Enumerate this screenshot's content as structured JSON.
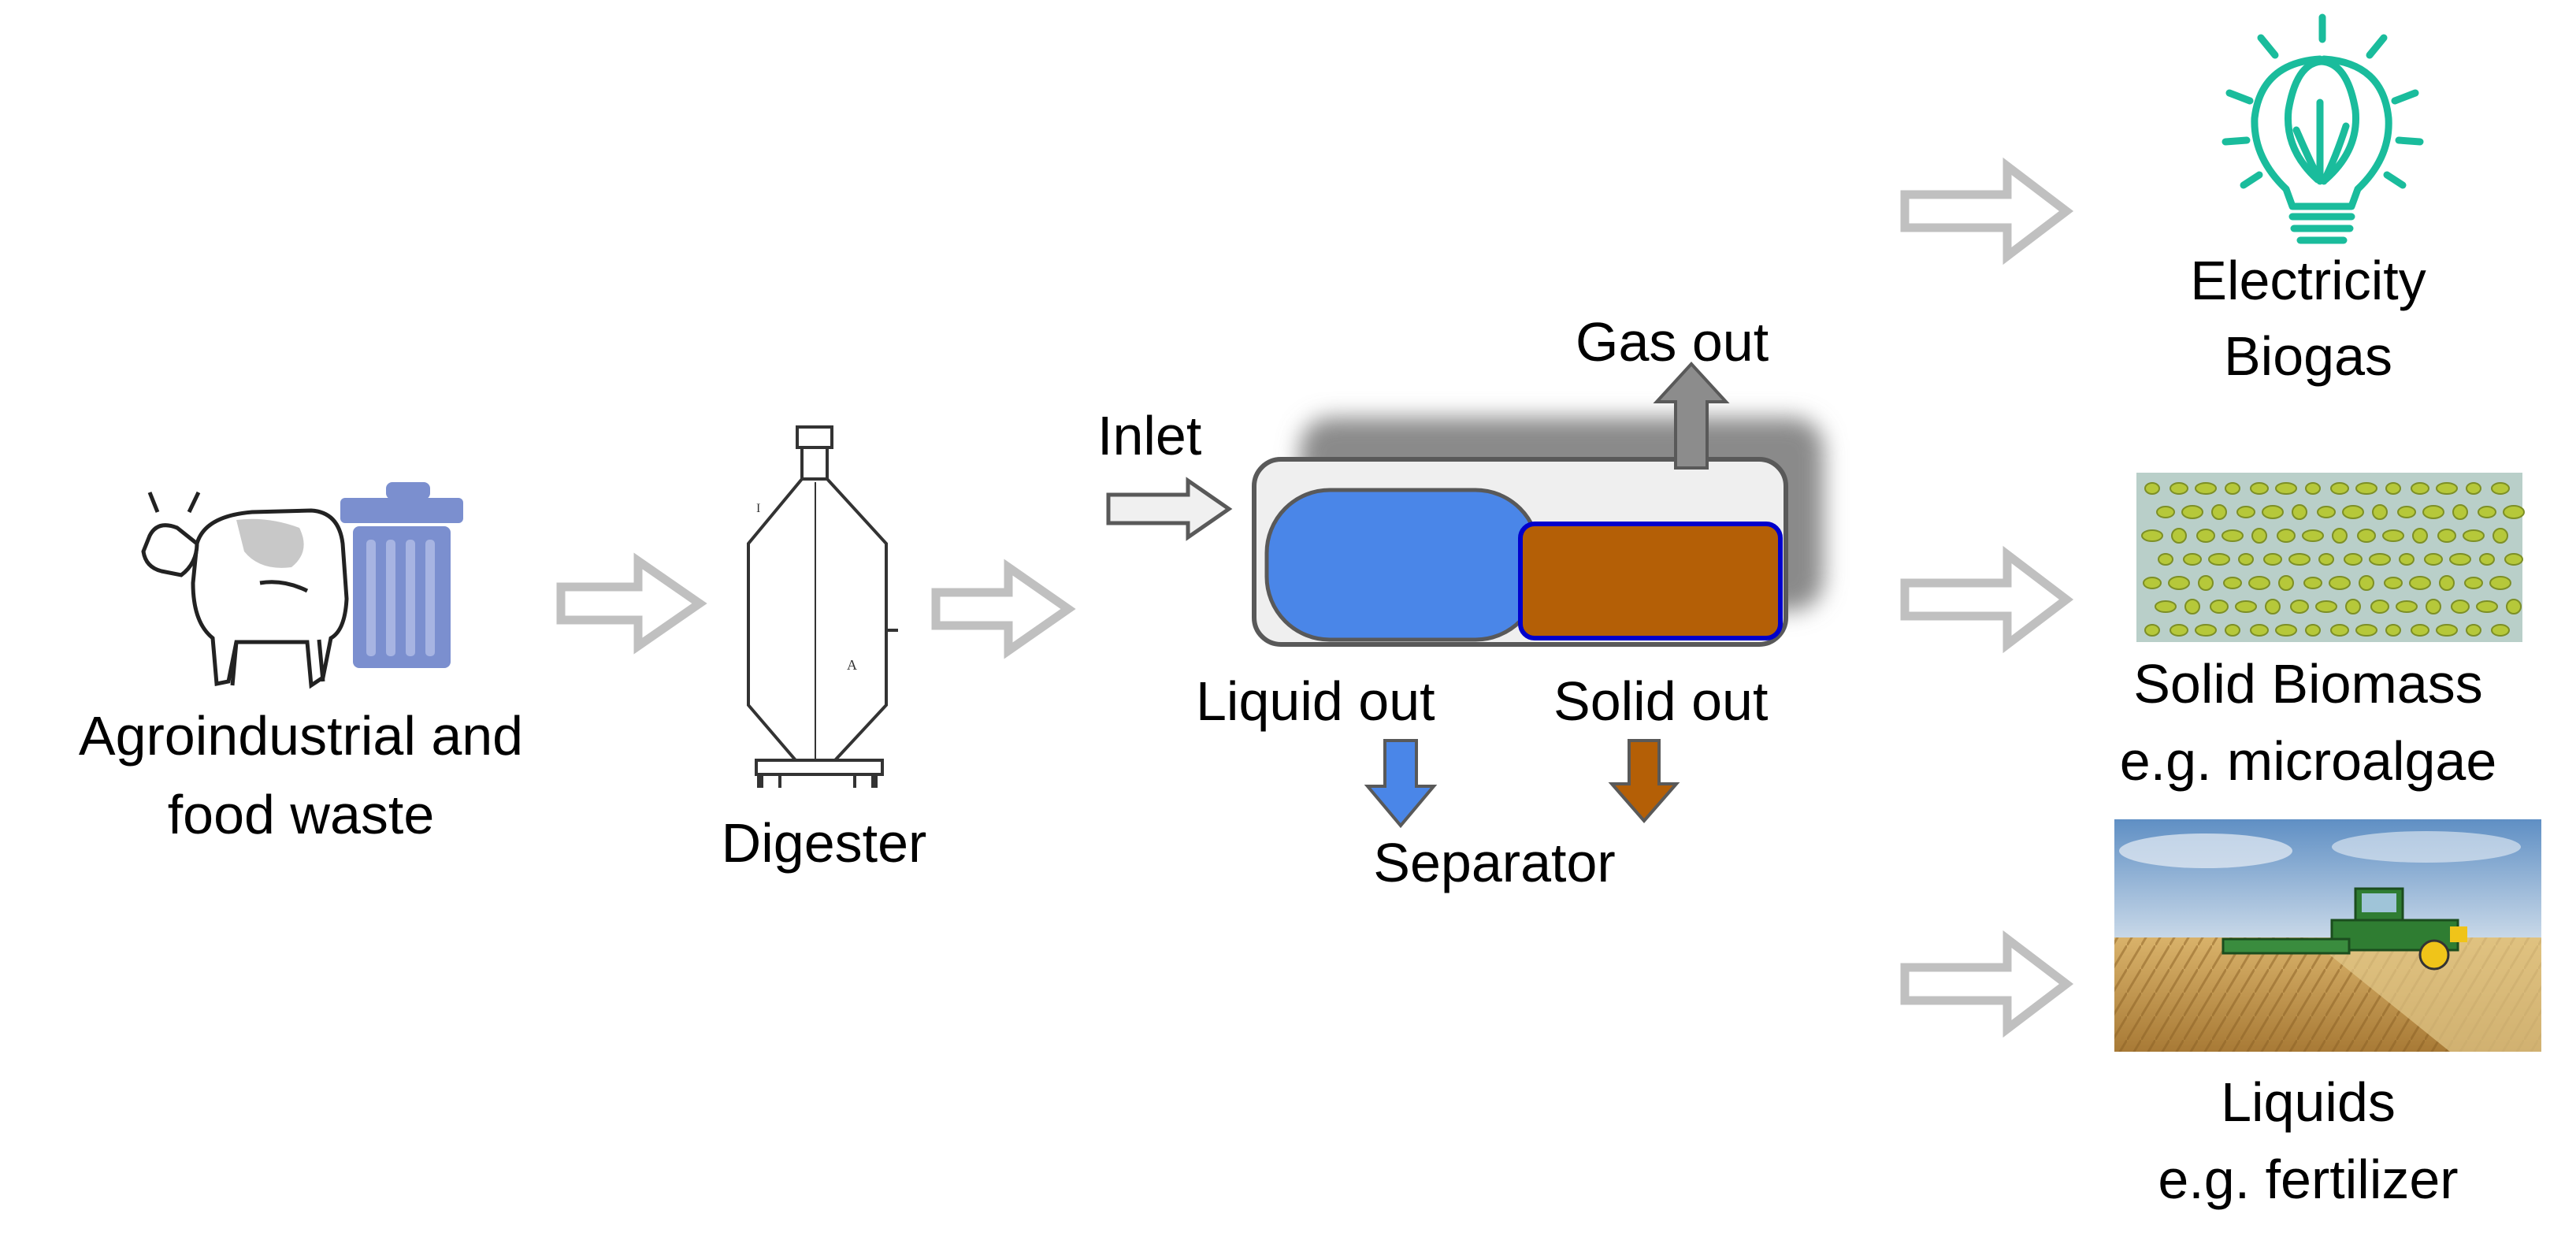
{
  "labels": {
    "waste_line1": "Agroindustrial and",
    "waste_line2": "food waste",
    "digester": "Digester",
    "inlet": "Inlet",
    "gas_out": "Gas out",
    "liquid_out": "Liquid out",
    "solid_out": "Solid out",
    "separator": "Separator",
    "electricity_line1": "Electricity",
    "electricity_line2": "Biogas",
    "biomass_line1": "Solid Biomass",
    "biomass_line2": "e.g. microalgae",
    "liquids_line1": "Liquids",
    "liquids_line2": "e.g. fertilizer"
  },
  "colors": {
    "flow_arrow_outline": "#c0c0c0",
    "liquid_phase": "#4a86e8",
    "solid_phase": "#b45f06",
    "solid_phase_border": "#0000cc",
    "gas_arrow": "#8c8c8c",
    "bulb": "#1abc9c",
    "trash_can": "#7b8fcf"
  },
  "icons": [
    "cow-icon",
    "trash-can-icon",
    "digester-tank-icon",
    "separator-tank-icon",
    "light-bulb-icon",
    "microalgae-photo",
    "harvester-field-photo"
  ]
}
